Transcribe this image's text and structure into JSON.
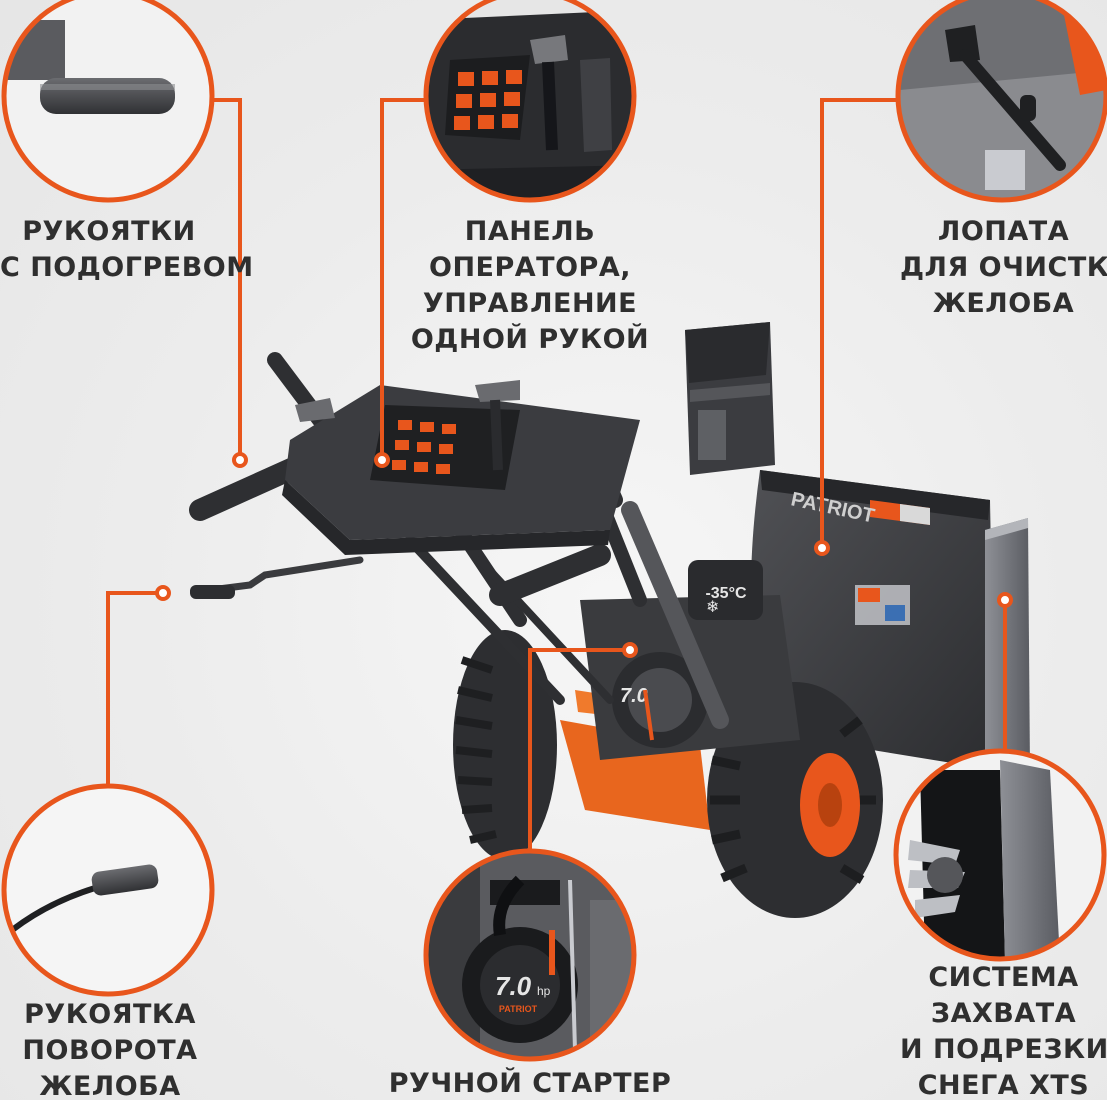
{
  "callouts": {
    "heated_handles": {
      "lines": [
        "РУКОЯТКИ",
        "С ПОДОГРЕВОМ"
      ]
    },
    "operator_panel": {
      "lines": [
        "ПАНЕЛЬ",
        "ОПЕРАТОРА,",
        "УПРАВЛЕНИЕ",
        "ОДНОЙ РУКОЙ"
      ]
    },
    "chute_shovel": {
      "lines": [
        "ЛОПАТА",
        "ДЛЯ ОЧИСТКИ",
        "ЖЕЛОБА"
      ]
    },
    "chute_crank": {
      "lines": [
        "РУКОЯТКА",
        "ПОВОРОТА",
        "ЖЕЛОБА"
      ]
    },
    "manual_starter": {
      "lines": [
        "РУЧНОЙ СТАРТЕР"
      ]
    },
    "capture_system": {
      "lines": [
        "СИСТЕМА",
        "ЗАХВАТА",
        "И ПОДРЕЗКИ",
        "СНЕГА XTS"
      ]
    }
  },
  "product_markings": {
    "brand": "PATRIOT",
    "engine": "7.0",
    "engine_unit": "hp",
    "temp_badge": "-35°C"
  },
  "colors": {
    "accent_orange": "#e8561c",
    "machine_dark": "#3a3a3c",
    "machine_mid": "#55565a",
    "label_text": "#2f2f2f"
  },
  "icons": [
    "snowflake-icon"
  ]
}
